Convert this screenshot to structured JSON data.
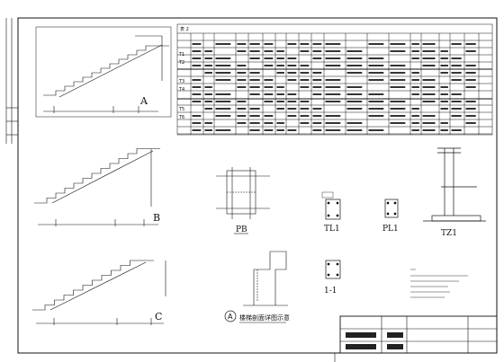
{
  "table": {
    "title": "表 2",
    "rows": [
      "T1",
      "T2",
      "T3",
      "T4",
      "T5",
      "T6"
    ]
  },
  "stairs": {
    "labels": [
      "A",
      "B",
      "C"
    ]
  },
  "details": {
    "pb": "PB",
    "tl1": "TL1",
    "pl1": "PL1",
    "tz1": "TZ1",
    "section": "1-1",
    "note_marker": "A",
    "note_text": "楼梯剖面详图示意"
  },
  "colors": {
    "line": "#111111",
    "background": "#ffffff"
  }
}
